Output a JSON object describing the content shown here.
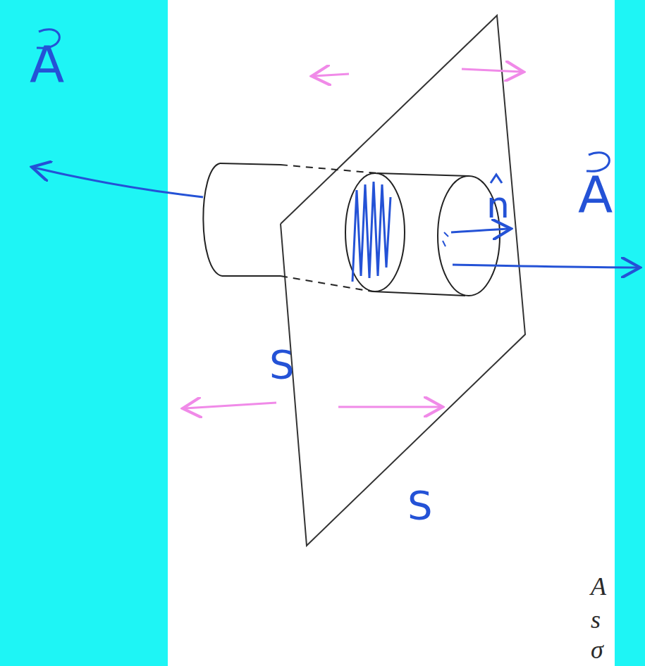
{
  "diagram": {
    "labels": [
      "A",
      "A",
      "n",
      "S",
      "S",
      "A",
      "s",
      "σ"
    ]
  }
}
